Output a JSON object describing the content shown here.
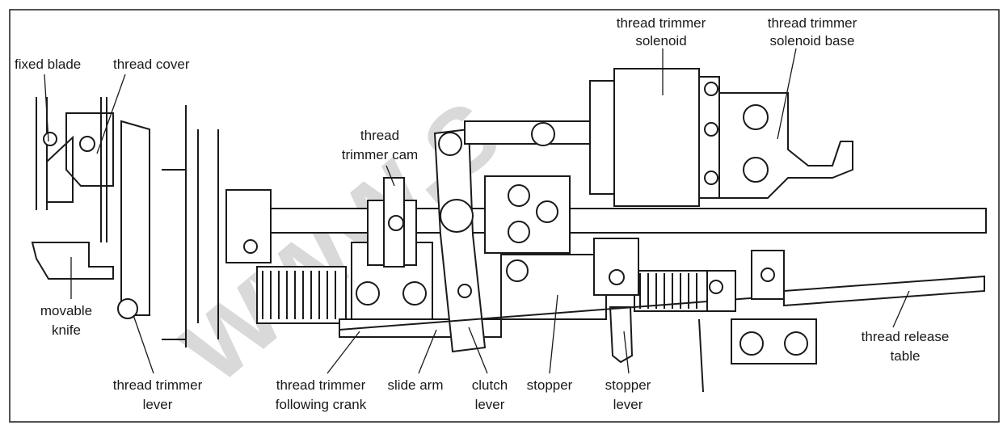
{
  "watermark": "www.s",
  "labels": {
    "fixed_blade": "fixed blade",
    "thread_cover": "thread cover",
    "thread_trimmer_cam_1": "thread",
    "thread_trimmer_cam_2": "trimmer cam",
    "solenoid_1": "thread trimmer",
    "solenoid_2": "solenoid",
    "solenoid_base_1": "thread trimmer",
    "solenoid_base_2": "solenoid base",
    "movable_knife_1": "movable",
    "movable_knife_2": "knife",
    "trimmer_lever_1": "thread trimmer",
    "trimmer_lever_2": "lever",
    "following_crank_1": "thread trimmer",
    "following_crank_2": "following crank",
    "slide_arm": "slide arm",
    "clutch_lever_1": "clutch",
    "clutch_lever_2": "lever",
    "stopper": "stopper",
    "stopper_lever_1": "stopper",
    "stopper_lever_2": "lever",
    "release_table_1": "thread release",
    "release_table_2": "table"
  }
}
